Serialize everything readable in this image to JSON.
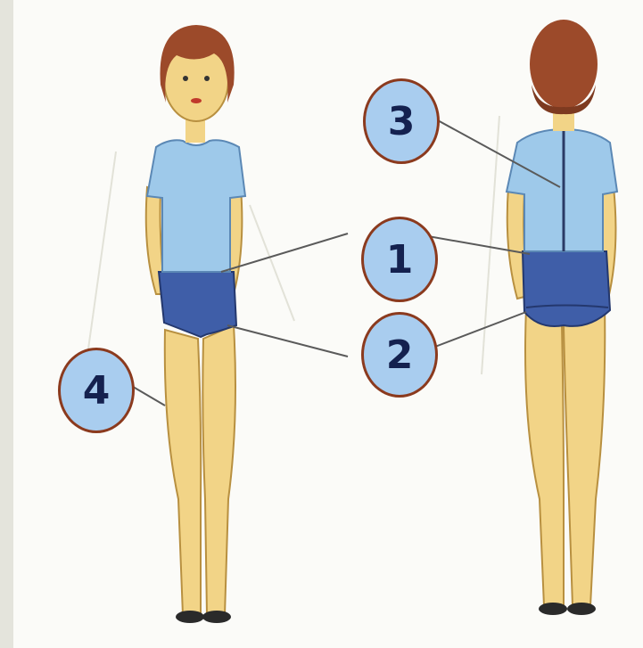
{
  "markers": [
    {
      "label": "3"
    },
    {
      "label": "1"
    },
    {
      "label": "2"
    },
    {
      "label": "4"
    }
  ],
  "colors": {
    "marker_fill": "#a9cdef",
    "marker_border": "#8b3a1e",
    "marker_text": "#14214f",
    "shirt": "#9ec9ea",
    "shorts": "#3f5ea8",
    "skin": "#f2d487",
    "hair": "#9c4a2a"
  }
}
